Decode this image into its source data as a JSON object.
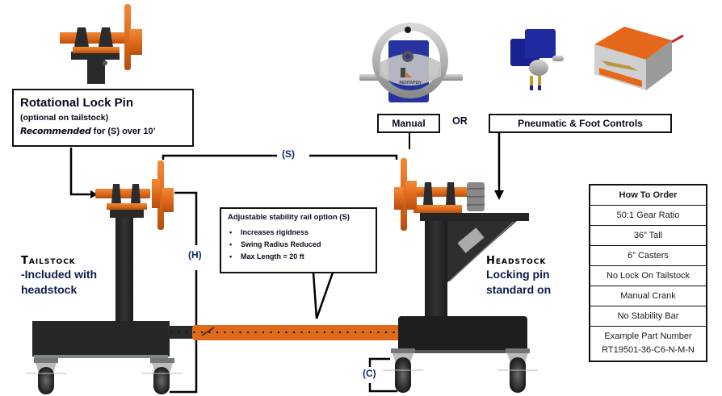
{
  "colors": {
    "orange": "#e06a1c",
    "black_frame": "#252525",
    "text_dark": "#0a0a1e",
    "text_blue": "#0d2a6b",
    "motor_blue": "#1f2a9e"
  },
  "lock_pin_callout": {
    "title": "Rotational Lock Pin",
    "subtitle": "(optional on tailstock)",
    "recommended_em": "Recommended",
    "recommended_rest": " for (S) over 10’"
  },
  "controls": {
    "manual_label": "Manual",
    "or_label": "OR",
    "pneumatic_label": "Pneumatic & Foot Controls",
    "handwheel_brand": "RENTAPEN"
  },
  "dimensions": {
    "span_label": "(S)",
    "height_label": "(H)",
    "caster_label": "(C)"
  },
  "stability_rail": {
    "title": "Adjustable stability rail option (S)",
    "bullets": [
      "Increases rigidness",
      "Swing Radius Reduced",
      "Max Length = 20 ft"
    ]
  },
  "tailstock": {
    "title": "Tailstock",
    "line1": "-Included with",
    "line2": "headstock"
  },
  "headstock": {
    "title": "Headstock",
    "line1": "Locking pin",
    "line2": "standard on"
  },
  "how_to_order": {
    "header": "How To Order",
    "rows": [
      "50:1 Gear Ratio",
      "36” Tall",
      "6” Casters",
      "No Lock On Tailstock",
      "Manual Crank",
      "No Stability Bar"
    ],
    "example_label": "Example Part Number",
    "example_value": "RT19501-36-C6-N-M-N"
  }
}
